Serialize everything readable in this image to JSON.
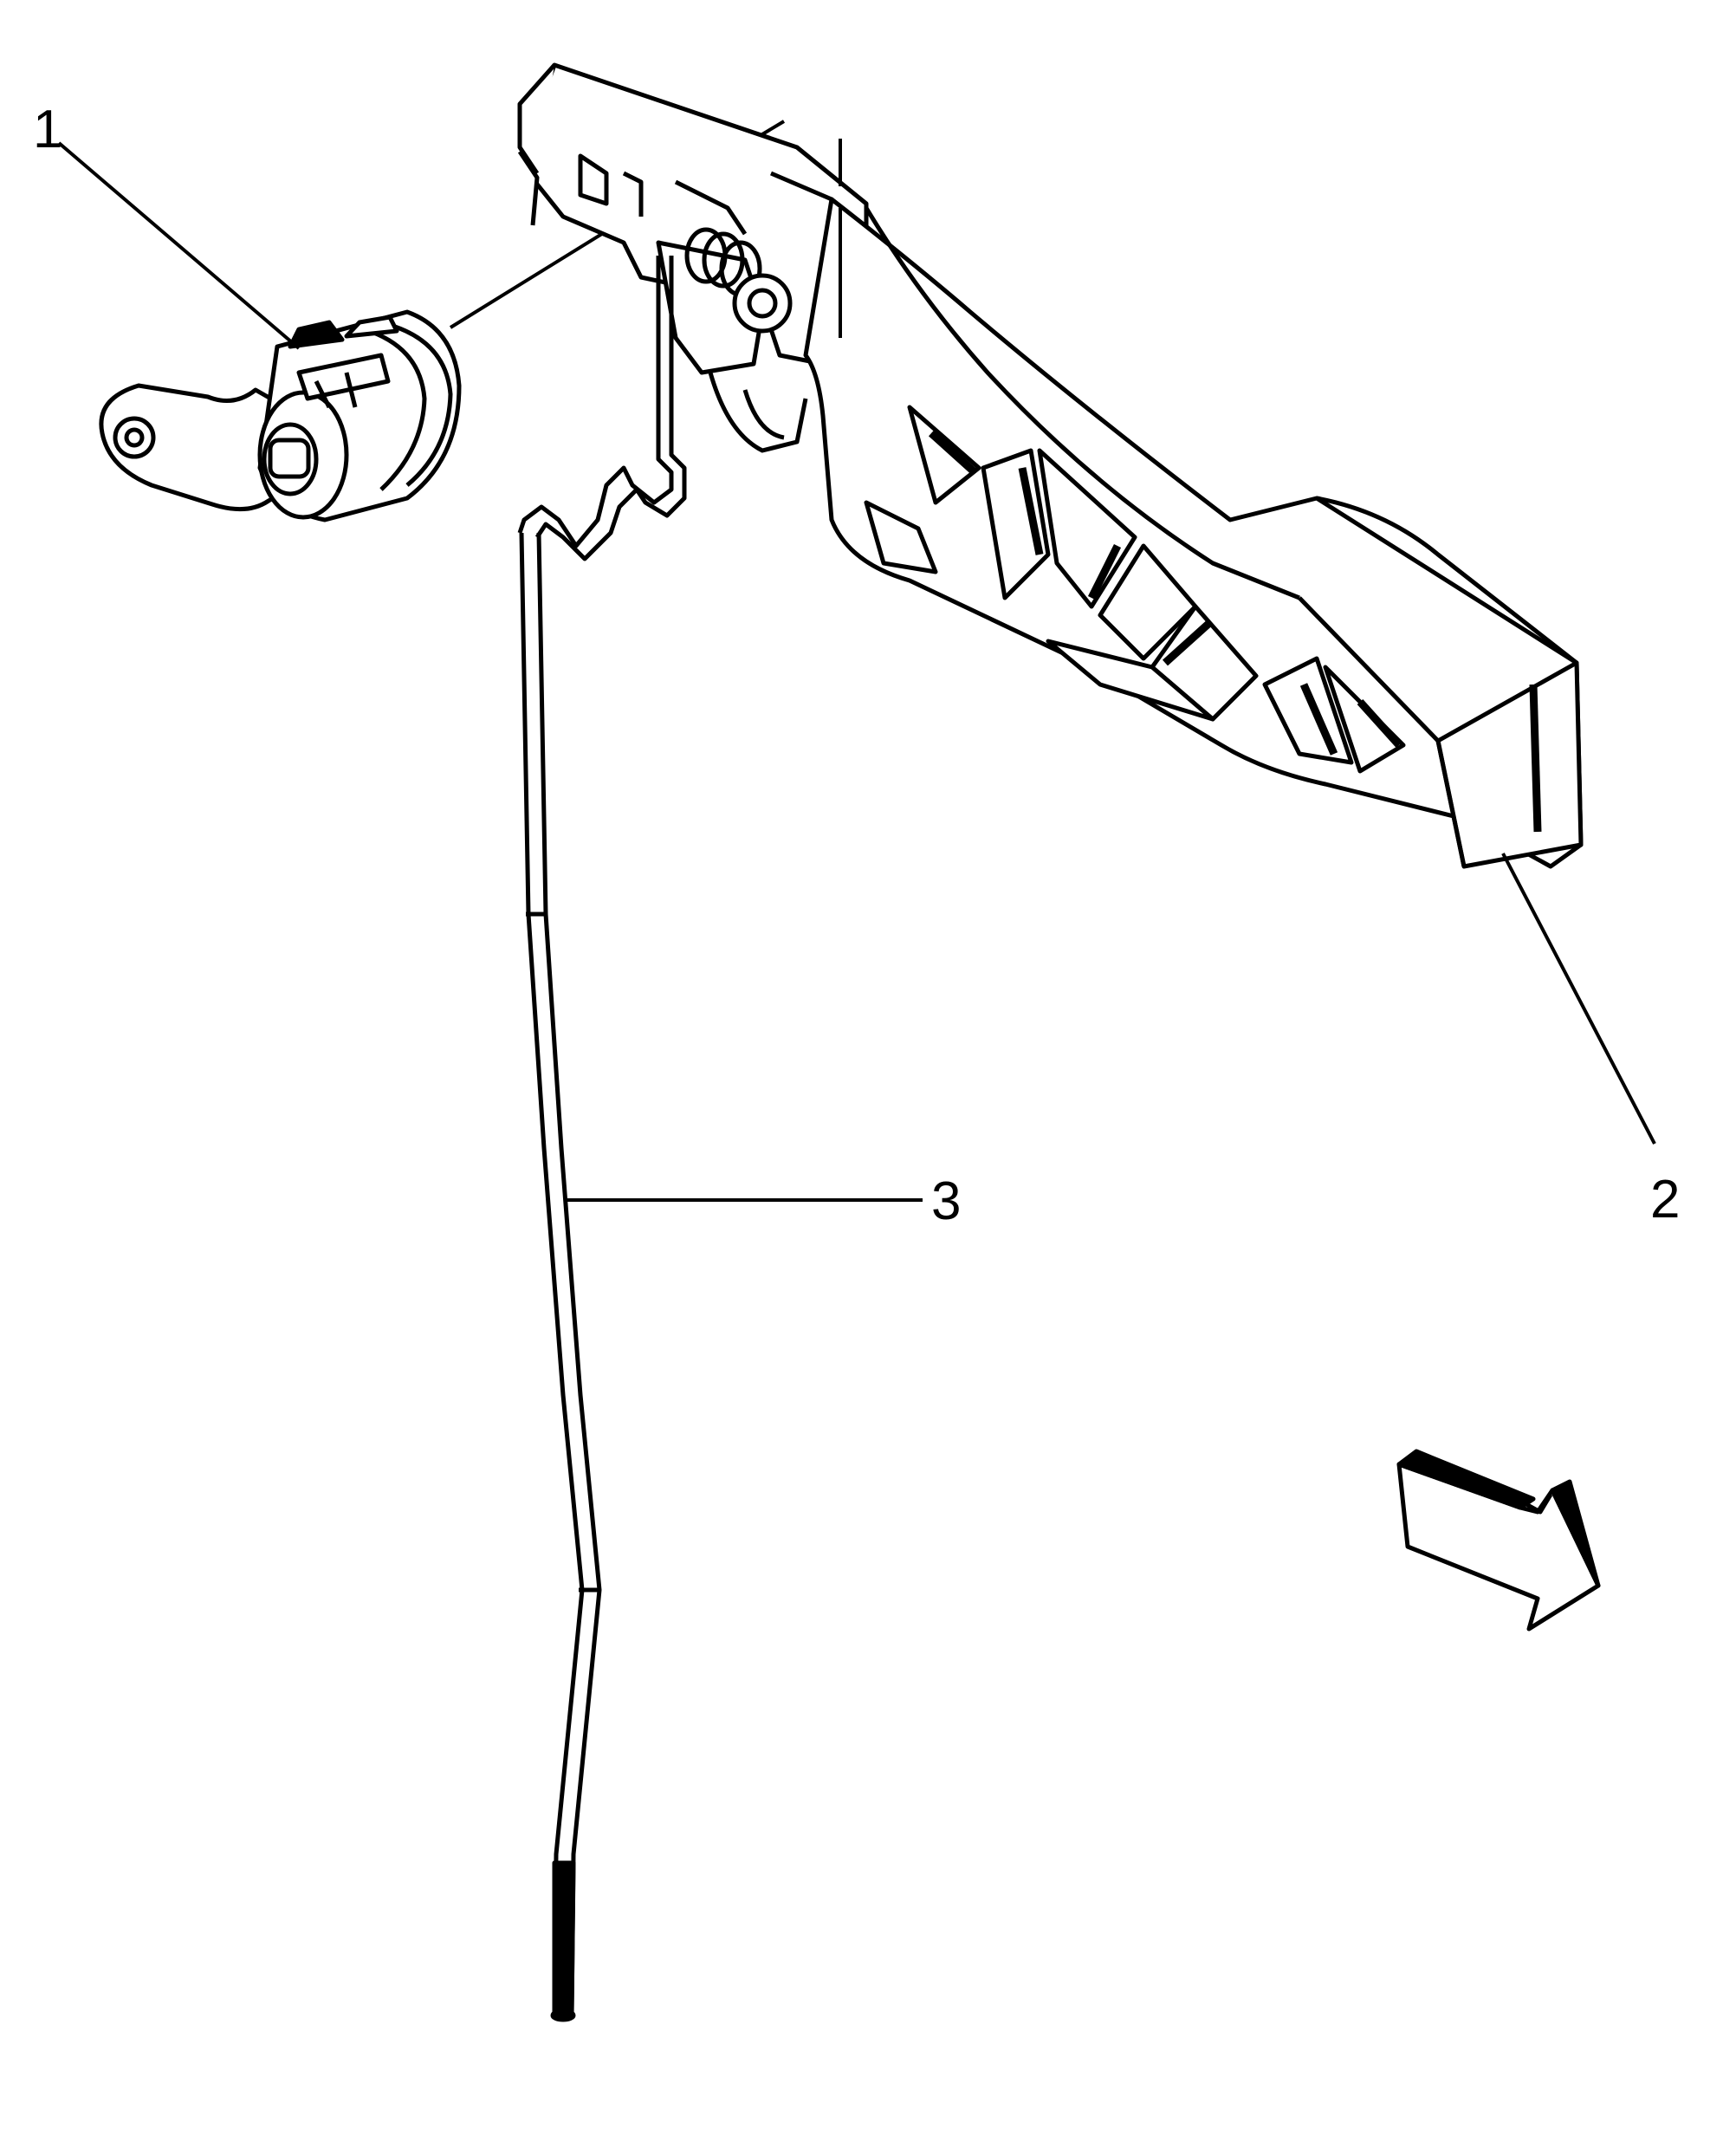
{
  "callouts": [
    {
      "id": "1",
      "label": "1"
    },
    {
      "id": "2",
      "label": "2"
    },
    {
      "id": "3",
      "label": "3"
    }
  ],
  "colors": {
    "line": "#000000",
    "fill": "#ffffff",
    "shade": "#000000"
  },
  "icons": {
    "view_arrow": "direction-arrow-icon"
  }
}
